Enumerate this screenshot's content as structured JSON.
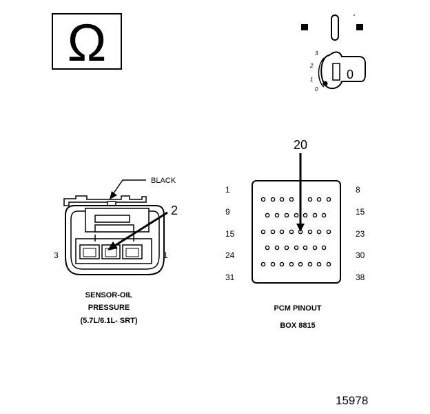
{
  "ohm_symbol": "Ω",
  "ignition_key": {
    "positions": [
      "3",
      "2",
      "1",
      "0"
    ],
    "key_label": "0"
  },
  "sensor_connector": {
    "wire_color_label": "BLACK",
    "callout": "2",
    "left_pin": "3",
    "right_pin": "1",
    "caption": [
      "SENSOR-OIL",
      "PRESSURE",
      "(5.7L/6.1L- SRT)"
    ]
  },
  "pcm_connector": {
    "callout": "20",
    "row_labels_left": [
      "1",
      "9",
      "15",
      "24",
      "31"
    ],
    "row_labels_right": [
      "8",
      "15",
      "23",
      "30",
      "38"
    ],
    "caption": [
      "PCM PINOUT",
      "BOX 8815"
    ]
  },
  "figure_number": "15978"
}
